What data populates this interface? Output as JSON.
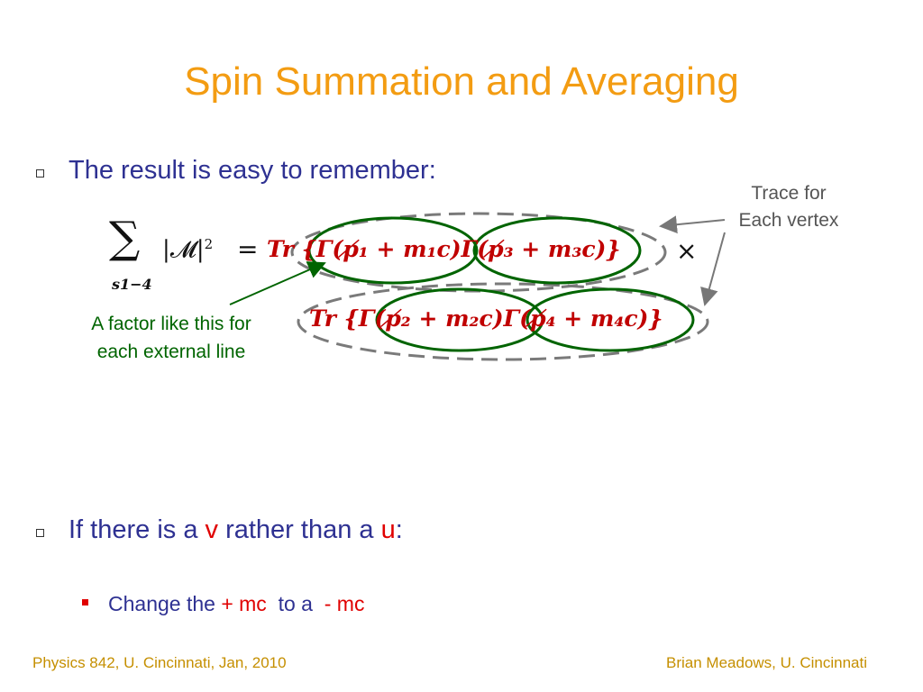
{
  "title": "Spin Summation and Averaging",
  "bullet1": {
    "text": "The result is easy to remember:"
  },
  "annotations": {
    "trace_line1": "Trace for",
    "trace_line2": "Each vertex",
    "factor_line1": "A factor like this for",
    "factor_line2": "each external line"
  },
  "equation": {
    "sum_symbol": "∑",
    "sum_subscript": "s",
    "sum_subscript_range": "1−4",
    "lhs": "|𝓜|",
    "lhs_power": "2",
    "equals": "=",
    "times": "×",
    "row1": "Tr {Γ(p̸₁ + m₁c)Γ(p̸₃ + m₃c)}",
    "row2": "Tr {Γ(p̸₂ + m₂c)Γ(p̸₄ + m₄c)}"
  },
  "bullet2": {
    "text_a": "If there is a ",
    "v": "v",
    "text_b": " rather than a ",
    "u": "u",
    "text_c": ":"
  },
  "sub_bullet": {
    "text_a": "Change the ",
    "plus_mc": "+ mc",
    "text_b": "  to a  ",
    "minus_mc": "- mc"
  },
  "footer": {
    "left": "Physics 842, U. Cincinnati, Jan, 2010",
    "right": "Brian Meadows, U. Cincinnati"
  },
  "colors": {
    "title": "#f39c12",
    "body_text": "#2e3192",
    "math": "#c00000",
    "ellipse_green": "#006400",
    "ellipse_gray": "#7a7a7a",
    "footer": "#c58f00"
  }
}
